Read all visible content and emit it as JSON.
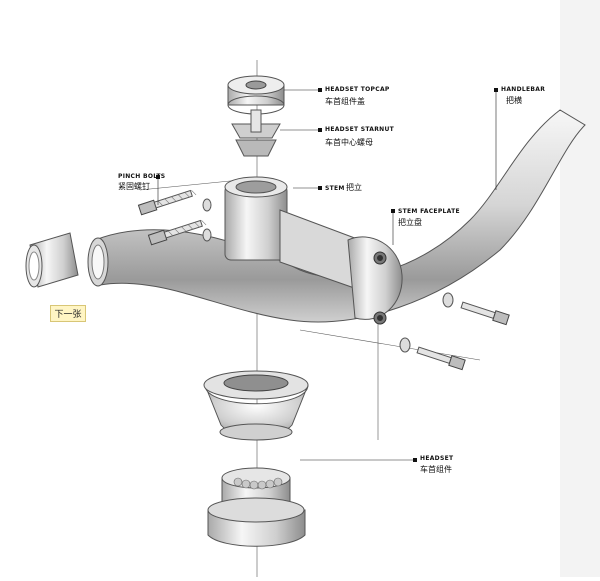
{
  "labels": {
    "headset_topcap": {
      "en": "HEADSET TOPCAP",
      "zh": "车首组件盖"
    },
    "headset_starnut": {
      "en": "HEADSET STARNUT",
      "zh": "车首中心螺母"
    },
    "handlebar": {
      "en": "HANDLEBAR",
      "zh": "把横"
    },
    "pinch_bolts": {
      "en": "PINCH BOLTS",
      "zh": "紧固螺钉"
    },
    "stem": {
      "en": "STEM",
      "zh": "把立"
    },
    "stem_faceplate": {
      "en": "STEM FACEPLATE",
      "zh": "把立盘"
    },
    "headset": {
      "en": "HEADSET",
      "zh": "车首组件"
    }
  },
  "next_button": "下一张",
  "colors": {
    "metal_light": "#f4f4f4",
    "metal_mid": "#c9c9c9",
    "metal_dark": "#8a8a8a",
    "line": "#444444"
  }
}
